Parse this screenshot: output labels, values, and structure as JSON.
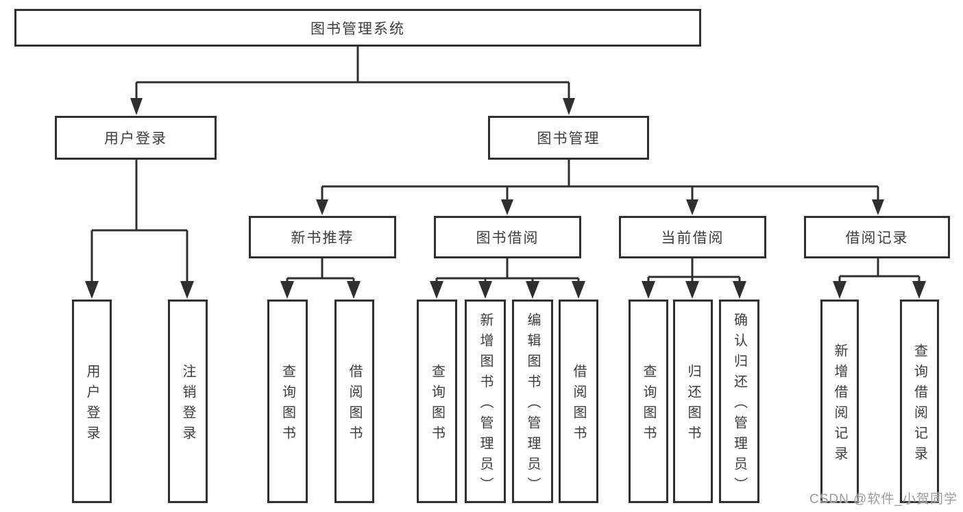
{
  "diagram": {
    "watermark": "CSDN @软件_小贺同学",
    "colors": {
      "line": "#2f2f2f",
      "box_border": "#2f2f2f",
      "text": "#3d3d3d",
      "watermark": "#9b9b9b",
      "background": "#ffffff"
    },
    "root": {
      "label": "图书管理系统"
    },
    "branches": [
      {
        "label": "用户登录",
        "children": [
          {
            "label": "用户登录"
          },
          {
            "label": "注销登录"
          }
        ]
      },
      {
        "label": "图书管理",
        "children": [
          {
            "label": "新书推荐",
            "children": [
              {
                "label": "查询图书"
              },
              {
                "label": "借阅图书"
              }
            ]
          },
          {
            "label": "图书借阅",
            "children": [
              {
                "label": "查询图书"
              },
              {
                "label": "新增图书（管理员）"
              },
              {
                "label": "编辑图书（管理员）"
              },
              {
                "label": "借阅图书"
              }
            ]
          },
          {
            "label": "当前借阅",
            "children": [
              {
                "label": "查询图书"
              },
              {
                "label": "归还图书"
              },
              {
                "label": "确认归还（管理员）"
              }
            ]
          },
          {
            "label": "借阅记录",
            "children": [
              {
                "label": "新增借阅记录"
              },
              {
                "label": "查询借阅记录"
              }
            ]
          }
        ]
      }
    ]
  }
}
